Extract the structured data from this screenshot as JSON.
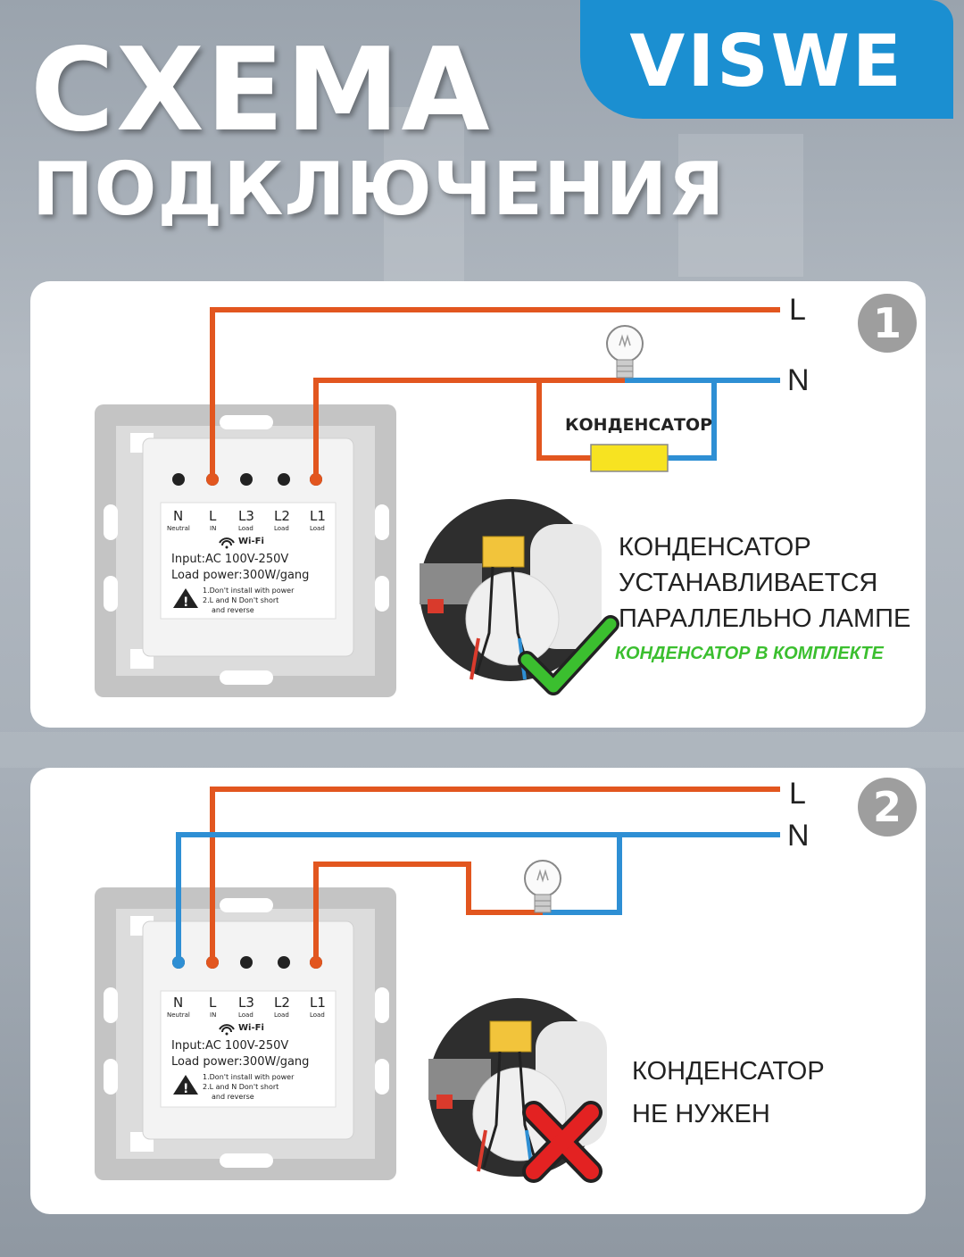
{
  "brand": {
    "name": "VISWE",
    "color": "#1b8fd1"
  },
  "header": {
    "title_line1": "СХЕМА",
    "title_line2": "ПОДКЛЮЧЕНИЯ"
  },
  "colors": {
    "phase_wire": "#e2561f",
    "neutral_wire": "#2e8fd4",
    "capacitor": "#f7e321",
    "check": "#3bbf2f",
    "cross": "#e32222"
  },
  "icons": [
    "bulb-icon",
    "capacitor-icon",
    "checkmark-icon",
    "cross-icon",
    "warning-icon",
    "wifi-icon"
  ],
  "switch_label": {
    "terminals": [
      {
        "name": "N",
        "sub": "Neutral"
      },
      {
        "name": "L",
        "sub": "IN"
      },
      {
        "name": "L3",
        "sub": "Load"
      },
      {
        "name": "L2",
        "sub": "Load"
      },
      {
        "name": "L1",
        "sub": "Load"
      }
    ],
    "wifi": "Wi-Fi",
    "input": "Input:AC 100V-250V",
    "load": "Load power:300W/gang",
    "warning1": "1.Don't install with power",
    "warning2": "2.L and N Don't short",
    "warning3": "and reverse"
  },
  "diagram1": {
    "number": "1",
    "label_L": "L",
    "label_N": "N",
    "capacitor_label": "КОНДЕНСАТОР",
    "note_line1": "КОНДЕНСАТОР",
    "note_line2": "УСТАНАВЛИВАЕТСЯ",
    "note_line3": "ПАРАЛЛЕЛЬНО ЛАМПЕ",
    "note_green": "КОНДЕНСАТОР В КОМПЛЕКТЕ"
  },
  "diagram2": {
    "number": "2",
    "label_L": "L",
    "label_N": "N",
    "note_line1": "КОНДЕНСАТОР",
    "note_line2": "НЕ НУЖЕН"
  }
}
